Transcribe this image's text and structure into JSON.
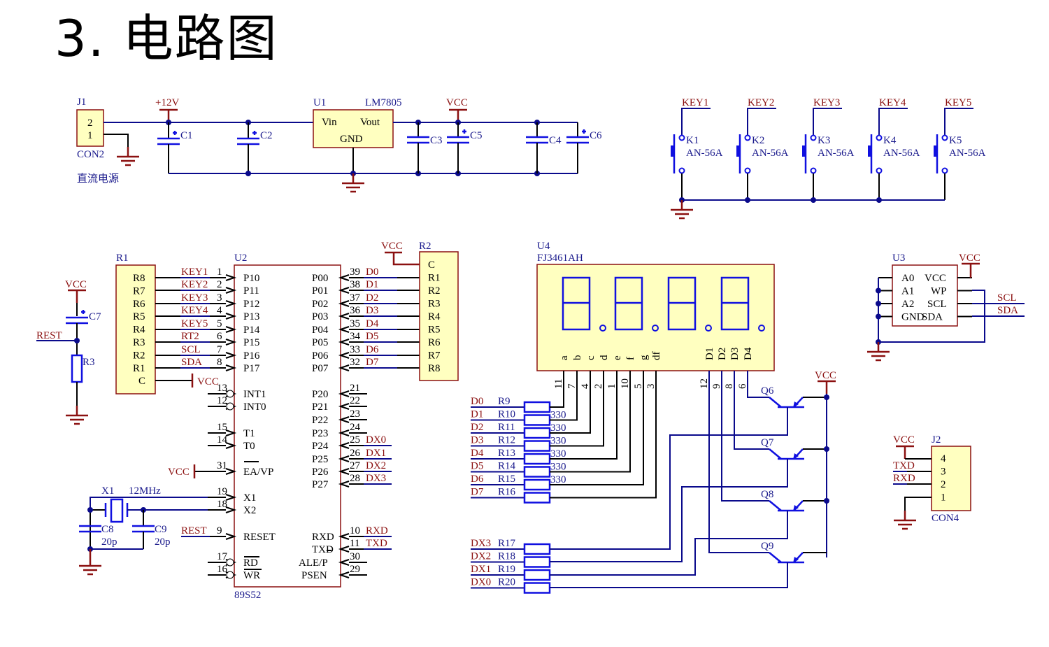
{
  "title": "3. 电路图",
  "power_section": {
    "connector": {
      "designator": "J1",
      "part": "CON2",
      "pins": [
        "2",
        "1"
      ],
      "caption": "直流电源"
    },
    "input_rail": "+12V",
    "regulator": {
      "designator": "U1",
      "part": "LM7805",
      "pins": {
        "in": "Vin",
        "out": "Vout",
        "gnd": "GND"
      }
    },
    "output_rail": "VCC",
    "capacitors": [
      "C1",
      "C2",
      "C3",
      "C5",
      "C4",
      "C6"
    ]
  },
  "keys_section": {
    "keys": [
      {
        "net": "KEY1",
        "designator": "K1",
        "part": "AN-56A"
      },
      {
        "net": "KEY2",
        "designator": "K2",
        "part": "AN-56A"
      },
      {
        "net": "KEY3",
        "designator": "K3",
        "part": "AN-56A"
      },
      {
        "net": "KEY4",
        "designator": "K4",
        "part": "AN-56A"
      },
      {
        "net": "KEY5",
        "designator": "K5",
        "part": "AN-56A"
      }
    ]
  },
  "reset_section": {
    "power": "VCC",
    "capacitor": "C7",
    "net": "REST",
    "resistor": "R3"
  },
  "resistor_network_r1": {
    "designator": "R1",
    "pins": [
      "R8",
      "R7",
      "R6",
      "R5",
      "R4",
      "R3",
      "R2",
      "R1",
      "C"
    ],
    "common": "VCC"
  },
  "mcu": {
    "designator": "U2",
    "part": "89S52",
    "left_pins": [
      {
        "net": "KEY1",
        "num": "1",
        "name": "P10"
      },
      {
        "net": "KEY2",
        "num": "2",
        "name": "P11"
      },
      {
        "net": "KEY3",
        "num": "3",
        "name": "P12"
      },
      {
        "net": "KEY4",
        "num": "4",
        "name": "P13"
      },
      {
        "net": "KEY5",
        "num": "5",
        "name": "P14"
      },
      {
        "net": "RT2",
        "num": "6",
        "name": "P15"
      },
      {
        "net": "SCL",
        "num": "7",
        "name": "P16"
      },
      {
        "net": "SDA",
        "num": "8",
        "name": "P17"
      },
      {
        "net": "",
        "num": "13",
        "name": "INT1"
      },
      {
        "net": "",
        "num": "12",
        "name": "INT0"
      },
      {
        "net": "",
        "num": "15",
        "name": "T1"
      },
      {
        "net": "",
        "num": "14",
        "name": "T0"
      },
      {
        "net": "VCC",
        "num": "31",
        "name": "EA/VP"
      },
      {
        "net": "",
        "num": "19",
        "name": "X1"
      },
      {
        "net": "",
        "num": "18",
        "name": "X2"
      },
      {
        "net": "REST",
        "num": "9",
        "name": "RESET"
      },
      {
        "net": "",
        "num": "17",
        "name": "RD"
      },
      {
        "net": "",
        "num": "16",
        "name": "WR"
      }
    ],
    "right_pins": [
      {
        "net": "D0",
        "num": "39",
        "name": "P00"
      },
      {
        "net": "D1",
        "num": "38",
        "name": "P01"
      },
      {
        "net": "D2",
        "num": "37",
        "name": "P02"
      },
      {
        "net": "D3",
        "num": "36",
        "name": "P03"
      },
      {
        "net": "D4",
        "num": "35",
        "name": "P04"
      },
      {
        "net": "D5",
        "num": "34",
        "name": "P05"
      },
      {
        "net": "D6",
        "num": "33",
        "name": "P06"
      },
      {
        "net": "D7",
        "num": "32",
        "name": "P07"
      },
      {
        "net": "",
        "num": "21",
        "name": "P20"
      },
      {
        "net": "",
        "num": "22",
        "name": "P21"
      },
      {
        "net": "",
        "num": "23",
        "name": "P22"
      },
      {
        "net": "",
        "num": "24",
        "name": "P23"
      },
      {
        "net": "DX0",
        "num": "25",
        "name": "P24"
      },
      {
        "net": "DX1",
        "num": "26",
        "name": "P25"
      },
      {
        "net": "DX2",
        "num": "27",
        "name": "P26"
      },
      {
        "net": "DX3",
        "num": "28",
        "name": "P27"
      },
      {
        "net": "RXD",
        "num": "10",
        "name": "RXD"
      },
      {
        "net": "TXD",
        "num": "11",
        "name": "TXD"
      },
      {
        "net": "",
        "num": "30",
        "name": "ALE/P"
      },
      {
        "net": "",
        "num": "29",
        "name": "PSEN"
      }
    ]
  },
  "crystal": {
    "designator": "X1",
    "freq": "12MHz",
    "caps": [
      {
        "designator": "C8",
        "value": "20p"
      },
      {
        "designator": "C9",
        "value": "20p"
      }
    ]
  },
  "resistor_network_r2": {
    "designator": "R2",
    "power": "VCC",
    "pins": [
      "C",
      "R1",
      "R2",
      "R3",
      "R4",
      "R5",
      "R6",
      "R7",
      "R8"
    ]
  },
  "display": {
    "designator": "U4",
    "part": "FJ3461AH",
    "segment_labels": [
      "a",
      "b",
      "c",
      "d",
      "e",
      "f",
      "g",
      "df"
    ],
    "segment_pins": [
      "11",
      "7",
      "4",
      "2",
      "1",
      "10",
      "5",
      "3"
    ],
    "digit_labels": [
      "D1",
      "D2",
      "D3",
      "D4"
    ],
    "digit_pins": [
      "12",
      "9",
      "8",
      "6"
    ]
  },
  "segment_resistors": [
    {
      "net": "D0",
      "designator": "R9",
      "value": ""
    },
    {
      "net": "D1",
      "designator": "R10",
      "value": "330"
    },
    {
      "net": "D2",
      "designator": "R11",
      "value": "330"
    },
    {
      "net": "D3",
      "designator": "R12",
      "value": "330"
    },
    {
      "net": "D4",
      "designator": "R13",
      "value": "330"
    },
    {
      "net": "D5",
      "designator": "R14",
      "value": "330"
    },
    {
      "net": "D6",
      "designator": "R15",
      "value": "330"
    },
    {
      "net": "D7",
      "designator": "R16",
      "value": ""
    }
  ],
  "digit_resistors": [
    {
      "net": "DX3",
      "designator": "R17"
    },
    {
      "net": "DX2",
      "designator": "R18"
    },
    {
      "net": "DX1",
      "designator": "R19"
    },
    {
      "net": "DX0",
      "designator": "R20"
    }
  ],
  "transistors": {
    "power": "VCC",
    "designators": [
      "Q6",
      "Q7",
      "Q8",
      "Q9"
    ]
  },
  "eeprom": {
    "designator": "U3",
    "power": "VCC",
    "pins_left": [
      "A0",
      "A1",
      "A2",
      "GND"
    ],
    "pins_right": [
      "VCC",
      "WP",
      "SCL",
      "SDA"
    ],
    "nets": [
      "SCL",
      "SDA"
    ]
  },
  "serial_connector": {
    "designator": "J2",
    "part": "CON4",
    "pins": [
      "4",
      "3",
      "2",
      "1"
    ],
    "nets": [
      "VCC",
      "TXD",
      "RXD"
    ]
  }
}
